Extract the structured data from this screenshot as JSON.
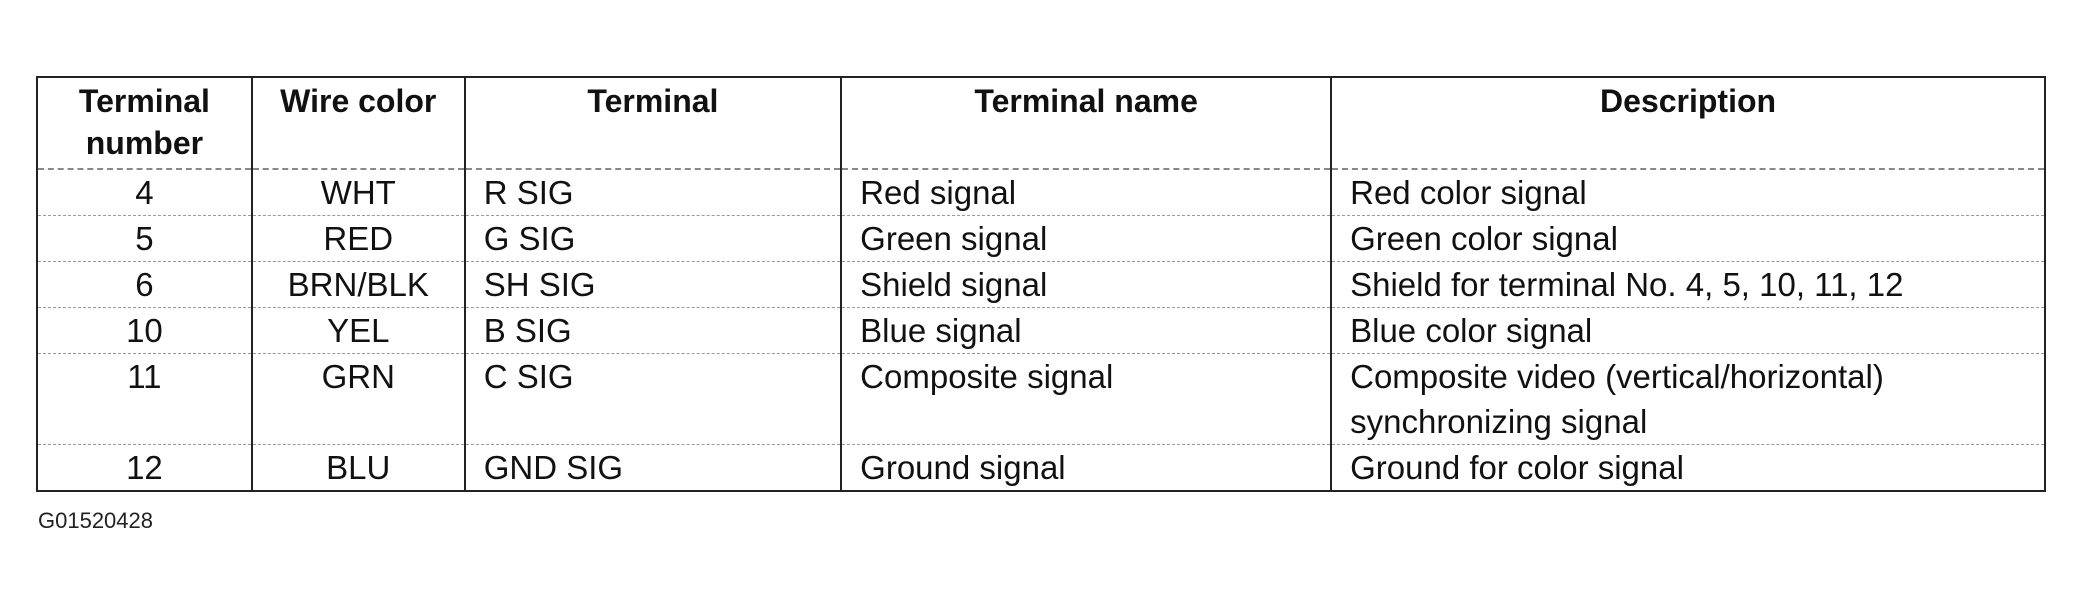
{
  "table": {
    "headers": {
      "terminal_number": "Terminal number",
      "wire_color": "Wire color",
      "terminal": "Terminal",
      "terminal_name": "Terminal name",
      "description": "Description"
    },
    "rows": [
      {
        "number": "4",
        "wire": "WHT",
        "terminal": "R SIG",
        "name": "Red signal",
        "description": "Red color signal"
      },
      {
        "number": "5",
        "wire": "RED",
        "terminal": "G SIG",
        "name": "Green signal",
        "description": "Green color signal"
      },
      {
        "number": "6",
        "wire": "BRN/BLK",
        "terminal": "SH SIG",
        "name": "Shield signal",
        "description": "Shield for terminal No. 4, 5, 10, 11, 12"
      },
      {
        "number": "10",
        "wire": "YEL",
        "terminal": "B SIG",
        "name": "Blue signal",
        "description": "Blue color signal"
      },
      {
        "number": "11",
        "wire": "GRN",
        "terminal": "C SIG",
        "name": "Composite signal",
        "description": "Composite video (vertical/horizontal) synchronizing signal"
      },
      {
        "number": "12",
        "wire": "BLU",
        "terminal": "GND SIG",
        "name": "Ground signal",
        "description": "Ground for color signal"
      }
    ]
  },
  "figure_code": "G01520428"
}
